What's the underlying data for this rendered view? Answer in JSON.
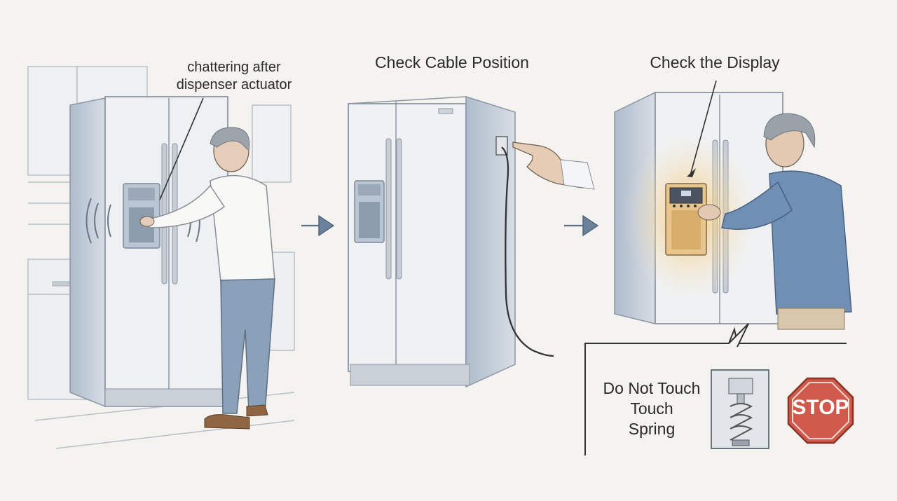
{
  "steps": {
    "one": {
      "label_line1": "chattering after",
      "label_line2": "dispenser actuator"
    },
    "two": {
      "label": "Check Cable Position"
    },
    "three": {
      "label": "Check the Display"
    }
  },
  "warning": {
    "line1": "Do Not Touch",
    "line2": "Touch",
    "line3": "Spring",
    "sign_text": "STOP"
  },
  "colors": {
    "background": "#f4f3ef",
    "fridge": "#e9ecef",
    "shirt_blue": "#6f8fb5",
    "jeans": "#7f97b4",
    "glow": "#f3c46d",
    "stop_red": "#cf5a4b",
    "arrow": "#5d7089"
  },
  "icons": [
    "arrow-right-icon",
    "stop-sign-icon",
    "spring-icon",
    "sound-wave-icon",
    "pointing-hand-icon"
  ]
}
